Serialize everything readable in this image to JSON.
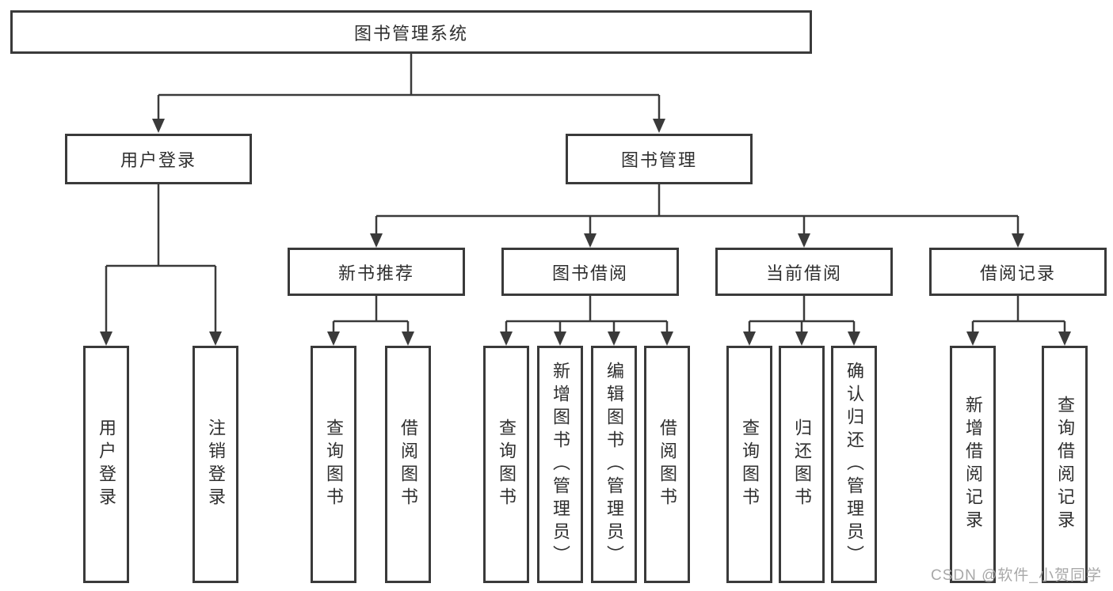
{
  "diagram": {
    "root": {
      "label": "图书管理系统",
      "children": [
        {
          "label": "用户登录",
          "children": [
            {
              "label": "用户登录"
            },
            {
              "label": "注销登录"
            }
          ]
        },
        {
          "label": "图书管理",
          "children": [
            {
              "label": "新书推荐",
              "children": [
                {
                  "label": "查询图书"
                },
                {
                  "label": "借阅图书"
                }
              ]
            },
            {
              "label": "图书借阅",
              "children": [
                {
                  "label": "查询图书"
                },
                {
                  "label": "新增图书（管理员）"
                },
                {
                  "label": "编辑图书（管理员）"
                },
                {
                  "label": "借阅图书"
                }
              ]
            },
            {
              "label": "当前借阅",
              "children": [
                {
                  "label": "查询图书"
                },
                {
                  "label": "归还图书"
                },
                {
                  "label": "确认归还（管理员）"
                }
              ]
            },
            {
              "label": "借阅记录",
              "children": [
                {
                  "label": "新增借阅记录"
                },
                {
                  "label": "查询借阅记录"
                }
              ]
            }
          ]
        }
      ]
    }
  },
  "watermark": {
    "text": "CSDN @软件_小贺同学"
  },
  "colors": {
    "line": "#3a3a3a",
    "text": "#2f2f2f",
    "watermark": "#a8a8a8",
    "background": "#ffffff"
  }
}
